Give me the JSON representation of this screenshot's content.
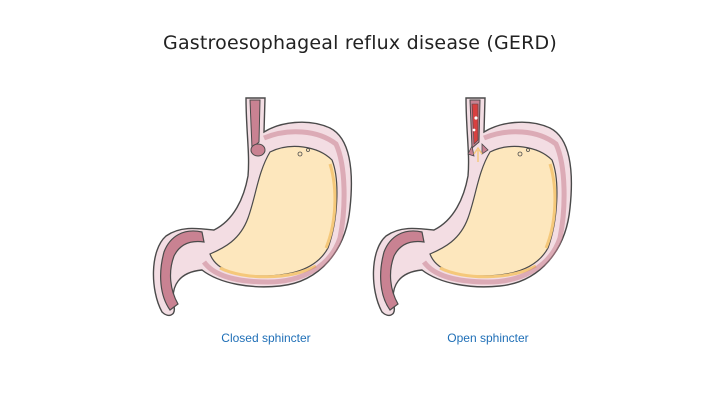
{
  "slide": {
    "title": "Gastroesophageal reflux disease (GERD)"
  },
  "panels": [
    {
      "caption": "Closed sphincter",
      "sphincter": "closed"
    },
    {
      "caption": "Open sphincter",
      "sphincter": "open"
    }
  ],
  "colors": {
    "caption": "#1f6fb7",
    "outline": "#4a4a4a",
    "outer_wall": "#f3dde3",
    "muscle": "#c98292",
    "lumen": "#fde7bd",
    "mucosa_fold": "#f5c87a",
    "reflux": "#d84040"
  }
}
